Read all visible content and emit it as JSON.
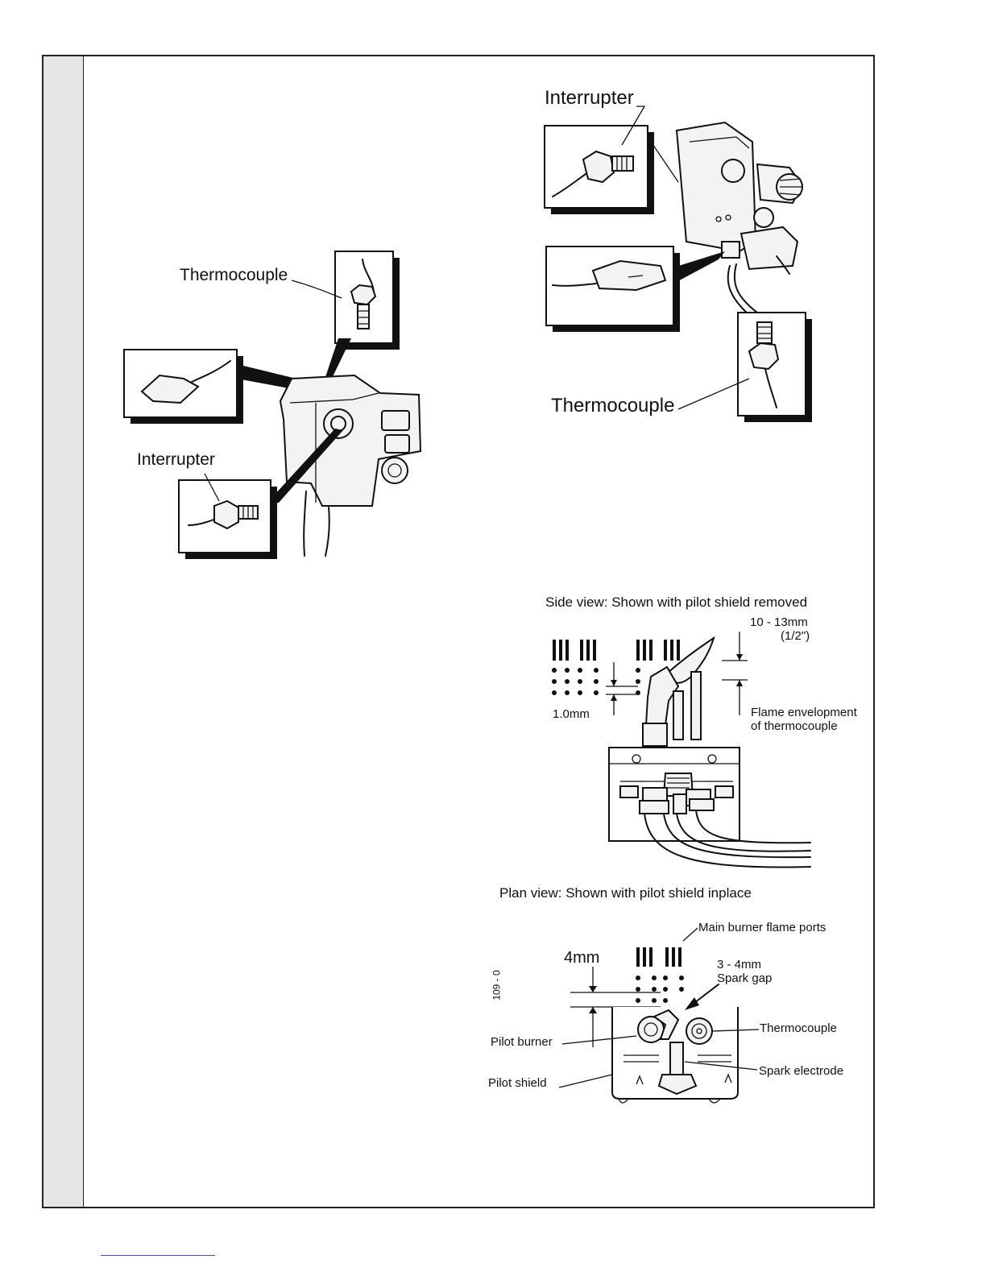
{
  "figure_left": {
    "thermocouple_label": "Thermocouple",
    "interrupter_label": "Interrupter"
  },
  "figure_top_right": {
    "interrupter_label": "Interrupter",
    "thermocouple_label": "Thermocouple"
  },
  "side_view": {
    "caption": "Side view: Shown  with pilot shield removed",
    "gap_label_line1": "10 - 13mm",
    "gap_label_line2": "(1/2\")",
    "port_spacing_label": "1.0mm",
    "flame_label_line1": "Flame envelopment",
    "flame_label_line2": "of thermocouple"
  },
  "plan_view": {
    "caption": "Plan view: Shown  with pilot shield inplace",
    "main_burner_label": "Main burner flame ports",
    "distance_label": "4mm",
    "spark_gap_line1": "3 - 4mm",
    "spark_gap_line2": "Spark gap",
    "pilot_burner_label": "Pilot burner",
    "thermocouple_label": "Thermocouple",
    "spark_electrode_label": "Spark electrode",
    "pilot_shield_label": "Pilot  shield",
    "figure_code": "109 - 0"
  }
}
